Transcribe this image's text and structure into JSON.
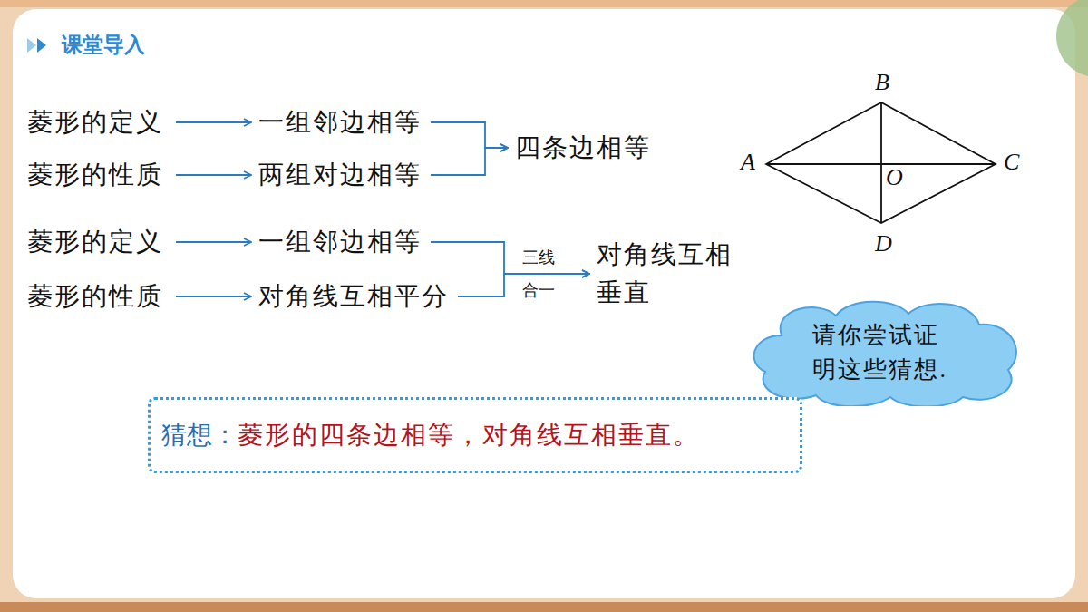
{
  "diagram": {
    "title": "课堂导入",
    "nodes": [
      {
        "text": [
          "菱形的定义"
        ]
      },
      {
        "text": [
          "一组邻边相等"
        ]
      },
      {
        "text": [
          "菱形的性质"
        ]
      },
      {
        "text": [
          "两组对边相等"
        ]
      },
      {
        "text": [
          "四条边相等"
        ]
      },
      {
        "text": [
          "菱形的定义"
        ]
      },
      {
        "text": [
          "一组邻边相等"
        ]
      },
      {
        "text": [
          "菱形的性质"
        ]
      },
      {
        "text": [
          "对角线互相平分"
        ]
      },
      {
        "text": [
          "对角线互相垂直"
        ]
      },
      {
        "text": [
          "请你尝试证明这些猜想."
        ]
      },
      {
        "text": [
          "猜想：",
          "菱形的四条边相等，对角线互相垂直。"
        ]
      }
    ],
    "edges": [
      {
        "from": 0,
        "to": 1,
        "arrow": "to"
      },
      {
        "from": 2,
        "to": 3,
        "arrow": "to"
      },
      {
        "from": 1,
        "to": 4,
        "arrow": "to"
      },
      {
        "from": 3,
        "to": 4,
        "arrow": "to"
      },
      {
        "from": 5,
        "to": 6,
        "arrow": "to"
      },
      {
        "from": 7,
        "to": 8,
        "arrow": "to"
      },
      {
        "from": 6,
        "to": 9,
        "arrow": "to"
      },
      {
        "from": 8,
        "to": 9,
        "arrow": "to"
      }
    ],
    "labels": [
      "A",
      "B",
      "C",
      "D",
      "O",
      "三线",
      "合一"
    ]
  }
}
